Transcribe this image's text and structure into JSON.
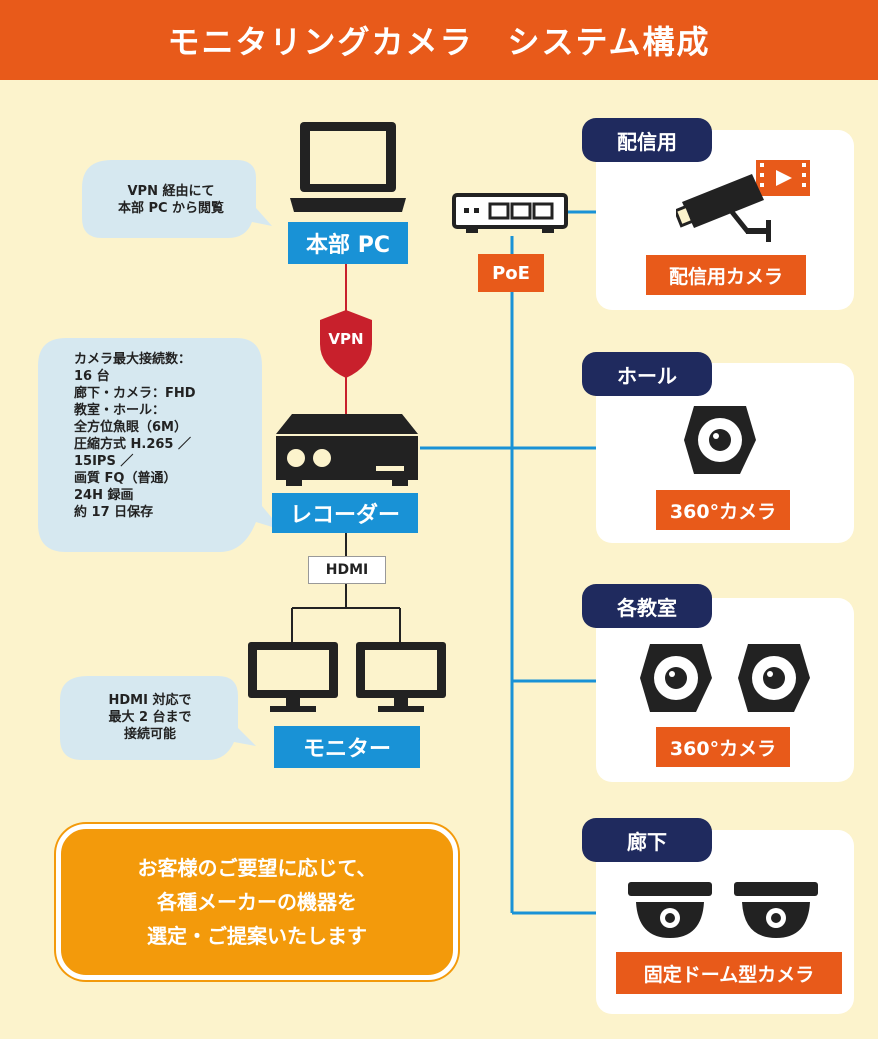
{
  "header": {
    "title": "モニタリングカメラ　システム構成"
  },
  "pc": {
    "label": "本部 PC",
    "bubble": [
      "VPN 経由にて",
      "本部 PC から閲覧"
    ]
  },
  "vpn": {
    "label": "VPN"
  },
  "poe": {
    "label": "PoE"
  },
  "recorder": {
    "label": "レコーダー",
    "bubble": [
      "カメラ最大接続数：",
      "16 台",
      "廊下・カメラ：FHD",
      "教室・ホール：",
      "全方位魚眼（6M）",
      "圧縮方式 H.265 ／",
      "15IPS ／",
      "画質 FQ（普通）",
      "24H 録画",
      "約 17 日保存"
    ]
  },
  "hdmi": {
    "label": "HDMI"
  },
  "monitor": {
    "label": "モニター",
    "bubble": [
      "HDMI 対応で",
      "最大 2 台まで",
      "接続可能"
    ]
  },
  "note": {
    "lines": [
      "お客様のご要望に応じて、",
      "各種メーカーの機器を",
      "選定・ご提案いたします"
    ]
  },
  "panels": [
    {
      "tab": "配信用",
      "label": "配信用カメラ"
    },
    {
      "tab": "ホール",
      "label": "360°カメラ"
    },
    {
      "tab": "各教室",
      "label": "360°カメラ"
    },
    {
      "tab": "廊下",
      "label": "固定ドーム型カメラ"
    }
  ],
  "colors": {
    "orange": "#e85a1a",
    "blue": "#1992d6",
    "navy": "#1f2a5e",
    "red": "#c8202c",
    "note": "#f39a0b",
    "bubble": "#d6e8f0"
  }
}
